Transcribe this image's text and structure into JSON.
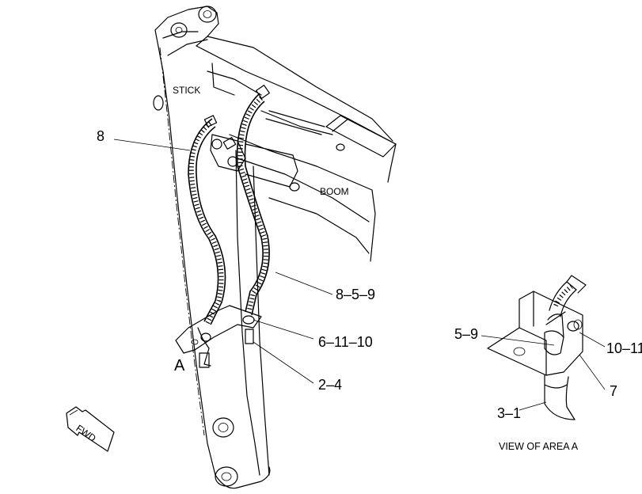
{
  "labels": {
    "stick": "STICK",
    "boom": "BOOM",
    "area_marker": "A",
    "fwd": "FWD",
    "view_caption": "VIEW OF AREA  A"
  },
  "callouts": {
    "c8": "8",
    "c8_5_9": "8–5–9",
    "c6_11_10": "6–11–10",
    "c2_4": "2–4",
    "c5_9": "5–9",
    "c10_11": "10–11",
    "c7": "7",
    "c3_1": "3–1"
  }
}
